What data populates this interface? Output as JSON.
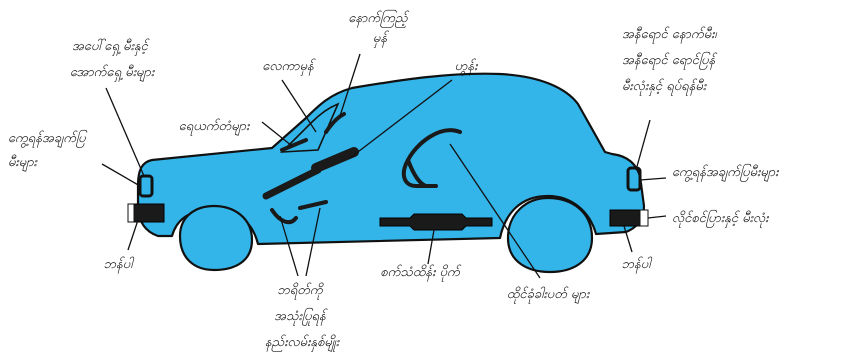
{
  "diagram": {
    "labels": {
      "rear_view_mirror": [
        "နောက်ကြည့်",
        "မှန်"
      ],
      "windshield": [
        "လေကာမှန်"
      ],
      "horn": [
        "ဟွန်း"
      ],
      "upper_lower_beams": [
        "အပေါ်ရှေ့ မီးနှင့်",
        "အောက်ရှေ့ မီးများ"
      ],
      "wipers": [
        "ရေယက်တံများ"
      ],
      "front_signal_lights": [
        "ကွေ့ရန်အချက်ပြ",
        "မီးများ"
      ],
      "front_bumper": [
        "ဘန်ပါ"
      ],
      "brake_system": [
        "ဘရိတ်ကို",
        "အသုံးပြုရန်",
        "နည်းလမ်းနှစ်မျိုး"
      ],
      "exhaust_pipe": [
        "စက်သံထိန်း ပိုက်"
      ],
      "seat_belts": [
        "ထိုင်ခုံခါးပတ် များ"
      ],
      "rear_lights": [
        "အနီရောင် နောက်မီး၊",
        "အနီရောင် ရောင်ပြန်",
        "မီးလုံးနှင့် ရပ်ရန်မီး"
      ],
      "rear_signal_lights": [
        "ကွေ့ရန်အချက်ပြမီးများ"
      ],
      "license_plate_light": [
        "လိုင်စင်ပြားနှင့် မီးလုံး"
      ],
      "rear_bumper": [
        "ဘန်ပါ"
      ]
    },
    "colors": {
      "car_body": "#33b5ea",
      "outline": "#111111",
      "parts": "#1a1a1a"
    }
  }
}
